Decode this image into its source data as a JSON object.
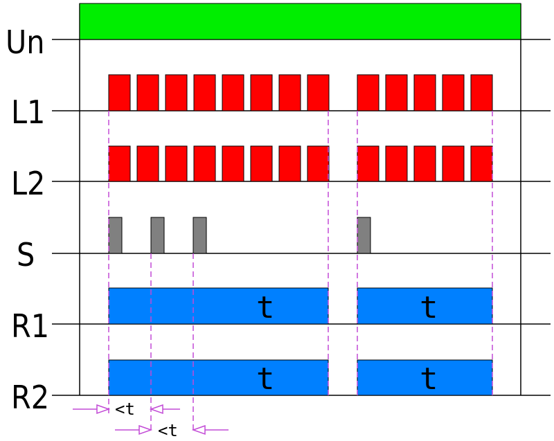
{
  "rows": {
    "un": "Un",
    "l1": "L1",
    "l2": "L2",
    "s": "S",
    "r1": "R1",
    "r2": "R2"
  },
  "relay_marks": {
    "r1_first": "t",
    "r1_second": "t",
    "r2_first": "t",
    "r2_second": "t"
  },
  "dimensions": {
    "first_gap": "<t",
    "second_gap": "<t"
  },
  "colors": {
    "supply": "#00ee00",
    "lamp": "#ff0000",
    "switch": "#808080",
    "relay": "#0080ff",
    "guide": "#c24ad6"
  }
}
